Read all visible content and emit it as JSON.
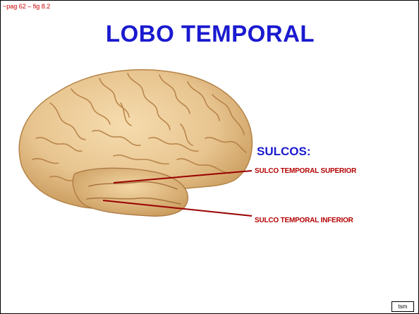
{
  "slide": {
    "reference": "~pag 62 – fig 8.2",
    "title": "LOBO TEMPORAL",
    "section_heading": "SULCOS:",
    "labels": {
      "superior": "SULCO TEMPORAL SUPERIOR",
      "inferior": "SULCO TEMPORAL INFERIOR"
    },
    "footer_tag": "tsm"
  },
  "colors": {
    "title": "#1a1ad0",
    "label": "#b30000",
    "reference": "#cc0000",
    "brain": "#e8c590"
  }
}
